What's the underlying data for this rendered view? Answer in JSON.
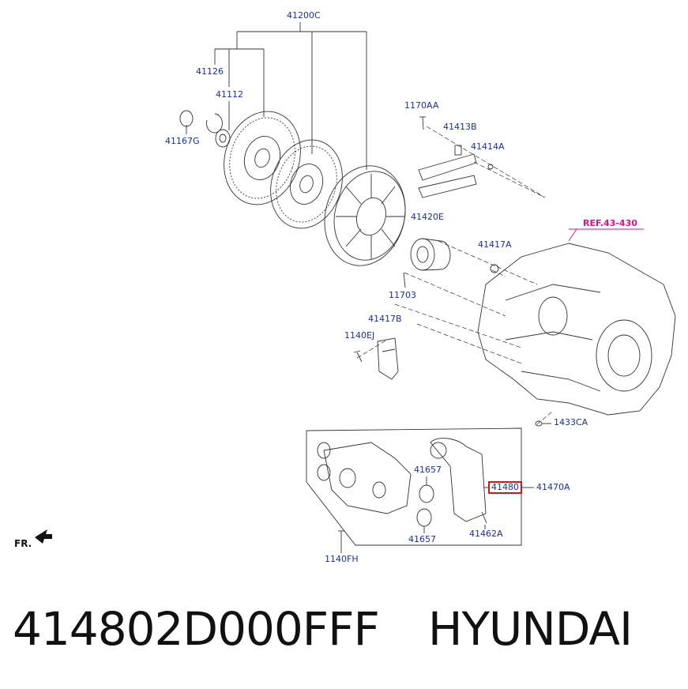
{
  "callouts": {
    "c41200C": "41200C",
    "c41126": "41126",
    "c41112": "41112",
    "c41167G": "41167G",
    "c1170AA": "1170AA",
    "c41413B": "41413B",
    "c41414A": "41414A",
    "c41420E": "41420E",
    "c41417A": "41417A",
    "c11703": "11703",
    "cRef": "REF.43-430",
    "c41417B": "41417B",
    "c1140EJ": "1140EJ",
    "c1433CA": "1433CA",
    "c41657a": "41657",
    "c41657b": "41657",
    "c41480": "41480",
    "c41470A": "41470A",
    "c41462A": "41462A",
    "c1140FH": "1140FH",
    "cFR": "FR."
  },
  "caption": {
    "part_number": "414802D000FFF",
    "brand": "HYUNDAI"
  },
  "colors": {
    "label": "#1a2fa0",
    "reference": "#d4148c",
    "highlight_box": "#d01818",
    "line_art": "#333333"
  }
}
